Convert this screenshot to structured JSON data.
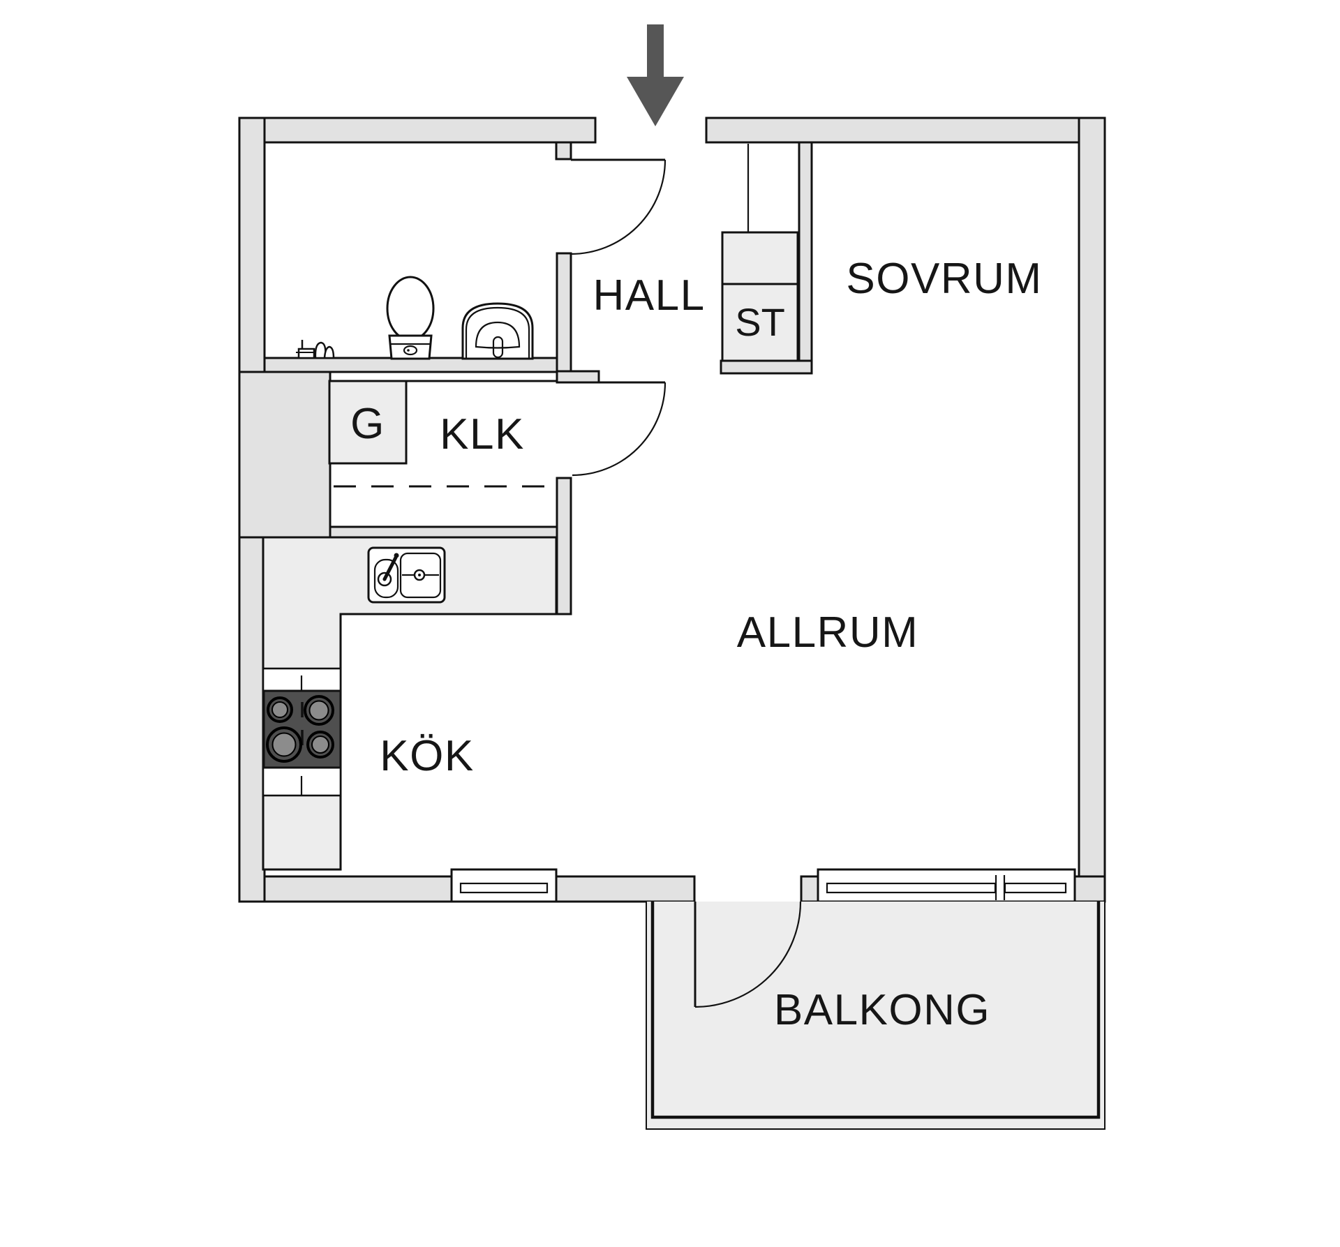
{
  "labels": {
    "hall": "HALL",
    "sovrum": "SOVRUM",
    "allrum": "ALLRUM",
    "kok": "KÖK",
    "klk": "KLK",
    "balkong": "BALKONG",
    "st": "ST",
    "garderob": "G"
  },
  "icons": {
    "entry_arrow": "entry-arrow-icon",
    "toilet": "toilet-icon",
    "bath_sink": "bathroom-sink-icon",
    "washer_taps": "washer-taps-icon",
    "kitchen_sink": "kitchen-sink-icon",
    "stove": "stove-burners-icon",
    "window": "window-icon",
    "door_arc": "door-swing-icon"
  },
  "colors": {
    "background": "#ffffff",
    "wall_fill": "#e2e2e2",
    "fixture_fill": "#ededed",
    "stove_dark": "#4f4f4f",
    "burner_gray": "#8c8c8c",
    "arrow_gray": "#565656",
    "line": "#111111"
  }
}
